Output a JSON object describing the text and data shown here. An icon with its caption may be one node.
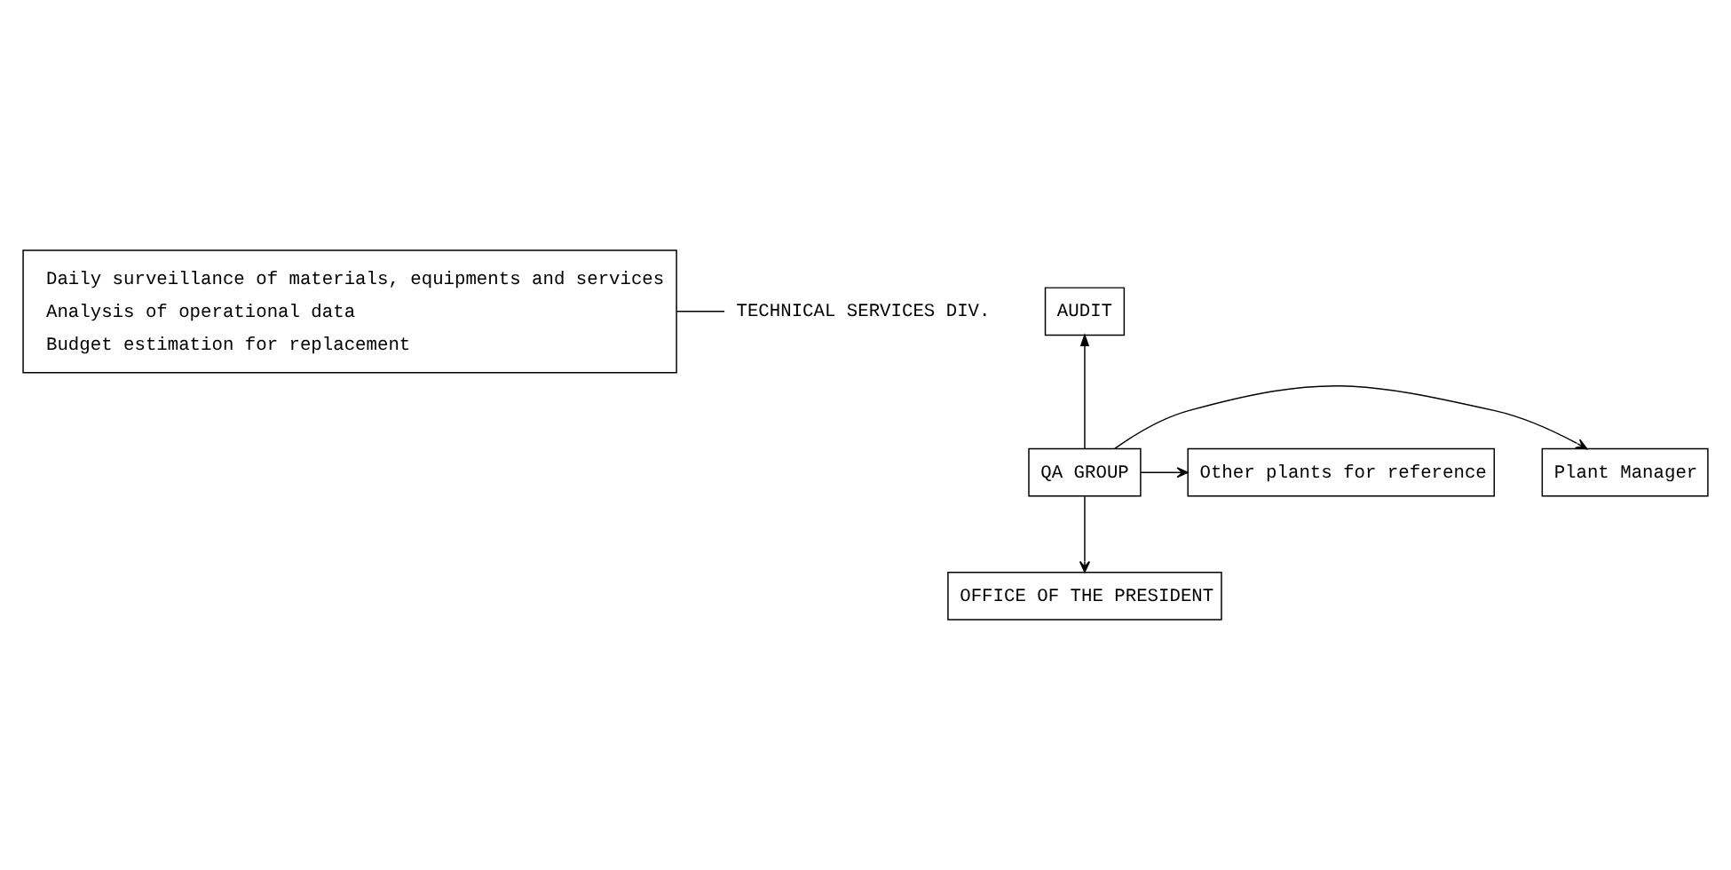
{
  "diagram": {
    "nodes": [
      {
        "text": [
          "Daily surveillance of materials, equipments and services",
          "Analysis of operational data",
          "Budget estimation for replacement"
        ]
      },
      {
        "text": [
          "TECHNICAL SERVICES DIV."
        ]
      },
      {
        "text": [
          "AUDIT"
        ]
      },
      {
        "text": [
          "Plant Manager"
        ]
      },
      {
        "text": [
          "QA GROUP"
        ]
      },
      {
        "text": [
          "Other plants for reference"
        ]
      },
      {
        "text": [
          "OFFICE OF THE PRESIDENT"
        ]
      }
    ],
    "edges": [
      {
        "from": 0,
        "to": 1,
        "arrow": "none"
      },
      {
        "from": 4,
        "to": 2,
        "arrow": "to"
      },
      {
        "from": 4,
        "to": 3,
        "arrow": "to"
      },
      {
        "from": 4,
        "to": 5,
        "arrow": "to"
      },
      {
        "from": 4,
        "to": 6,
        "arrow": "to"
      }
    ]
  }
}
